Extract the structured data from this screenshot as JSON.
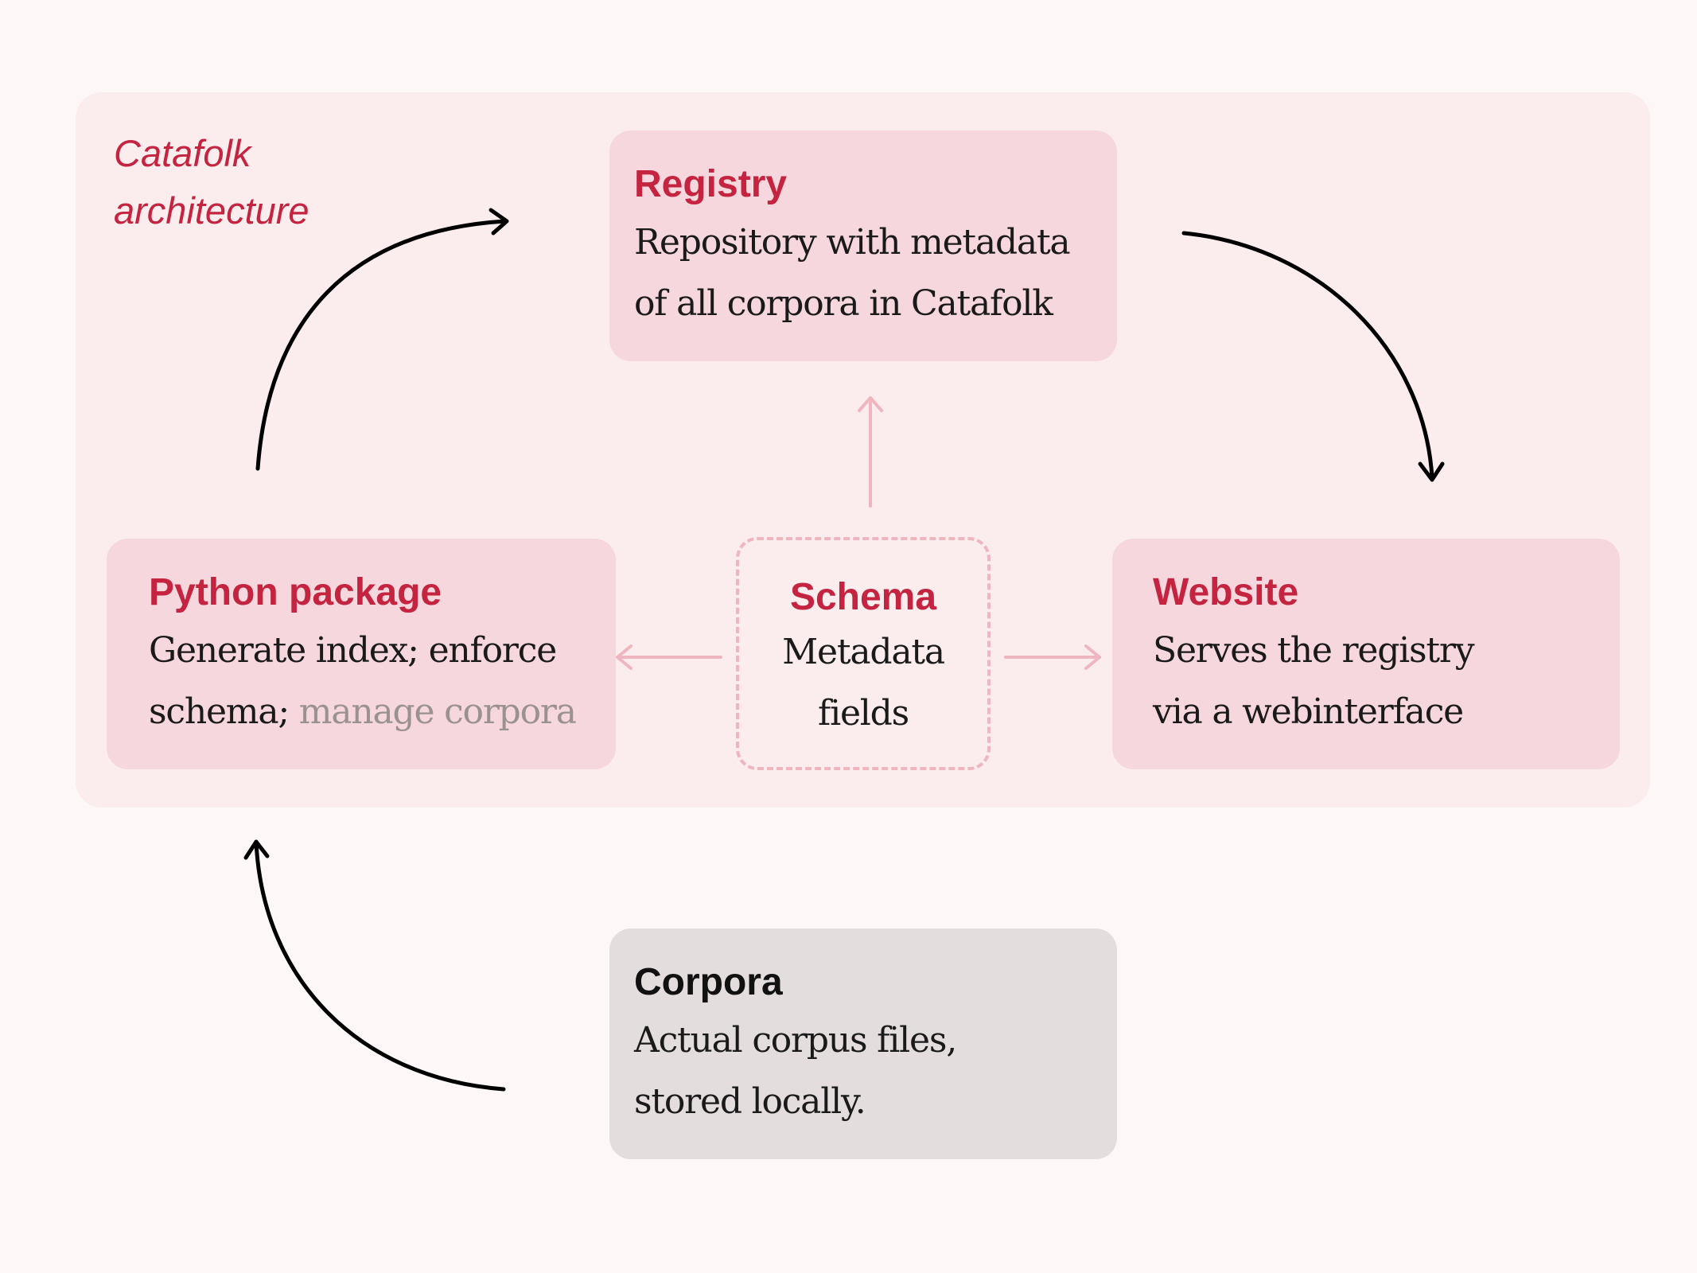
{
  "diagram": {
    "title_line1": "Catafolk",
    "title_line2": "architecture"
  },
  "nodes": {
    "registry": {
      "title": "Registry",
      "desc_line1": "Repository with metadata",
      "desc_line2": "of all corpora in Catafolk"
    },
    "python": {
      "title": "Python package",
      "desc_line1": "Generate index; enforce",
      "desc_line2_a": "schema;",
      "desc_line2_b": "manage corpora"
    },
    "schema": {
      "title": "Schema",
      "desc_line1": "Metadata",
      "desc_line2": "fields"
    },
    "website": {
      "title": "Website",
      "desc_line1": "Serves the registry",
      "desc_line2": "via a webinterface"
    },
    "corpora": {
      "title": "Corpora",
      "desc_line1": "Actual corpus files,",
      "desc_line2": "stored locally."
    }
  },
  "colors": {
    "accent": "#c4243f",
    "frame": "#fbecee",
    "box_pink": "#f6d7dd",
    "box_grey": "#e4dddd",
    "muted_text": "#9a9292",
    "schema_arrow": "#f0b6c0",
    "flow_arrow": "#000000"
  }
}
